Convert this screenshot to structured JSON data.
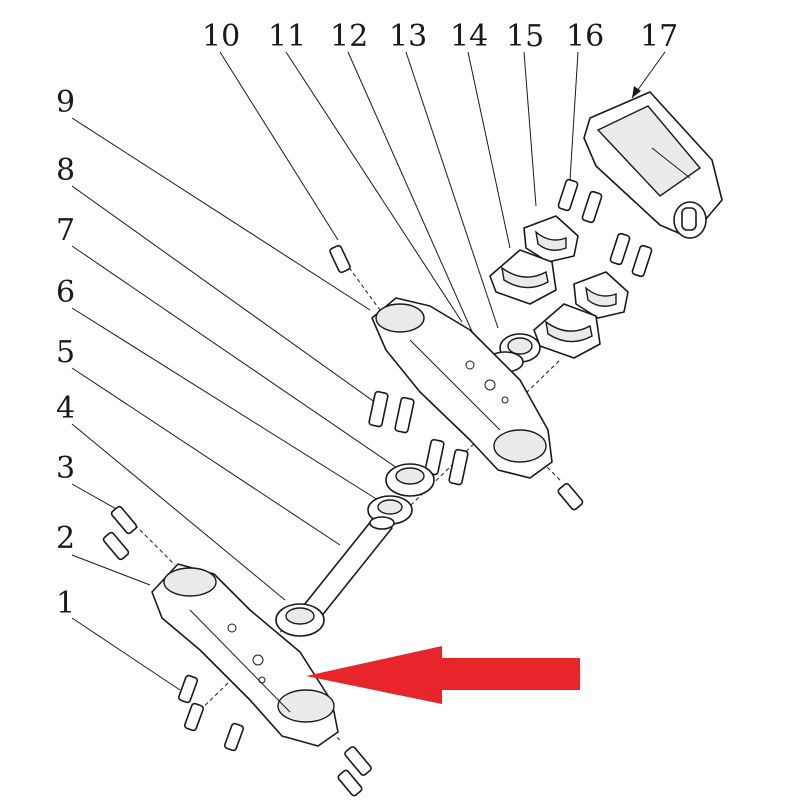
{
  "diagram": {
    "callouts": [
      {
        "id": "1",
        "text": "1"
      },
      {
        "id": "2",
        "text": "2"
      },
      {
        "id": "3",
        "text": "3"
      },
      {
        "id": "4",
        "text": "4"
      },
      {
        "id": "5",
        "text": "5"
      },
      {
        "id": "6",
        "text": "6"
      },
      {
        "id": "7",
        "text": "7"
      },
      {
        "id": "8",
        "text": "8"
      },
      {
        "id": "9",
        "text": "9"
      },
      {
        "id": "10",
        "text": "10"
      },
      {
        "id": "11",
        "text": "11"
      },
      {
        "id": "12",
        "text": "12"
      },
      {
        "id": "13",
        "text": "13"
      },
      {
        "id": "14",
        "text": "14"
      },
      {
        "id": "15",
        "text": "15"
      },
      {
        "id": "16",
        "text": "16"
      },
      {
        "id": "17",
        "text": "17"
      }
    ],
    "highlight_arrow_color": "#e8252b",
    "line_color": "#1a1a1a"
  }
}
